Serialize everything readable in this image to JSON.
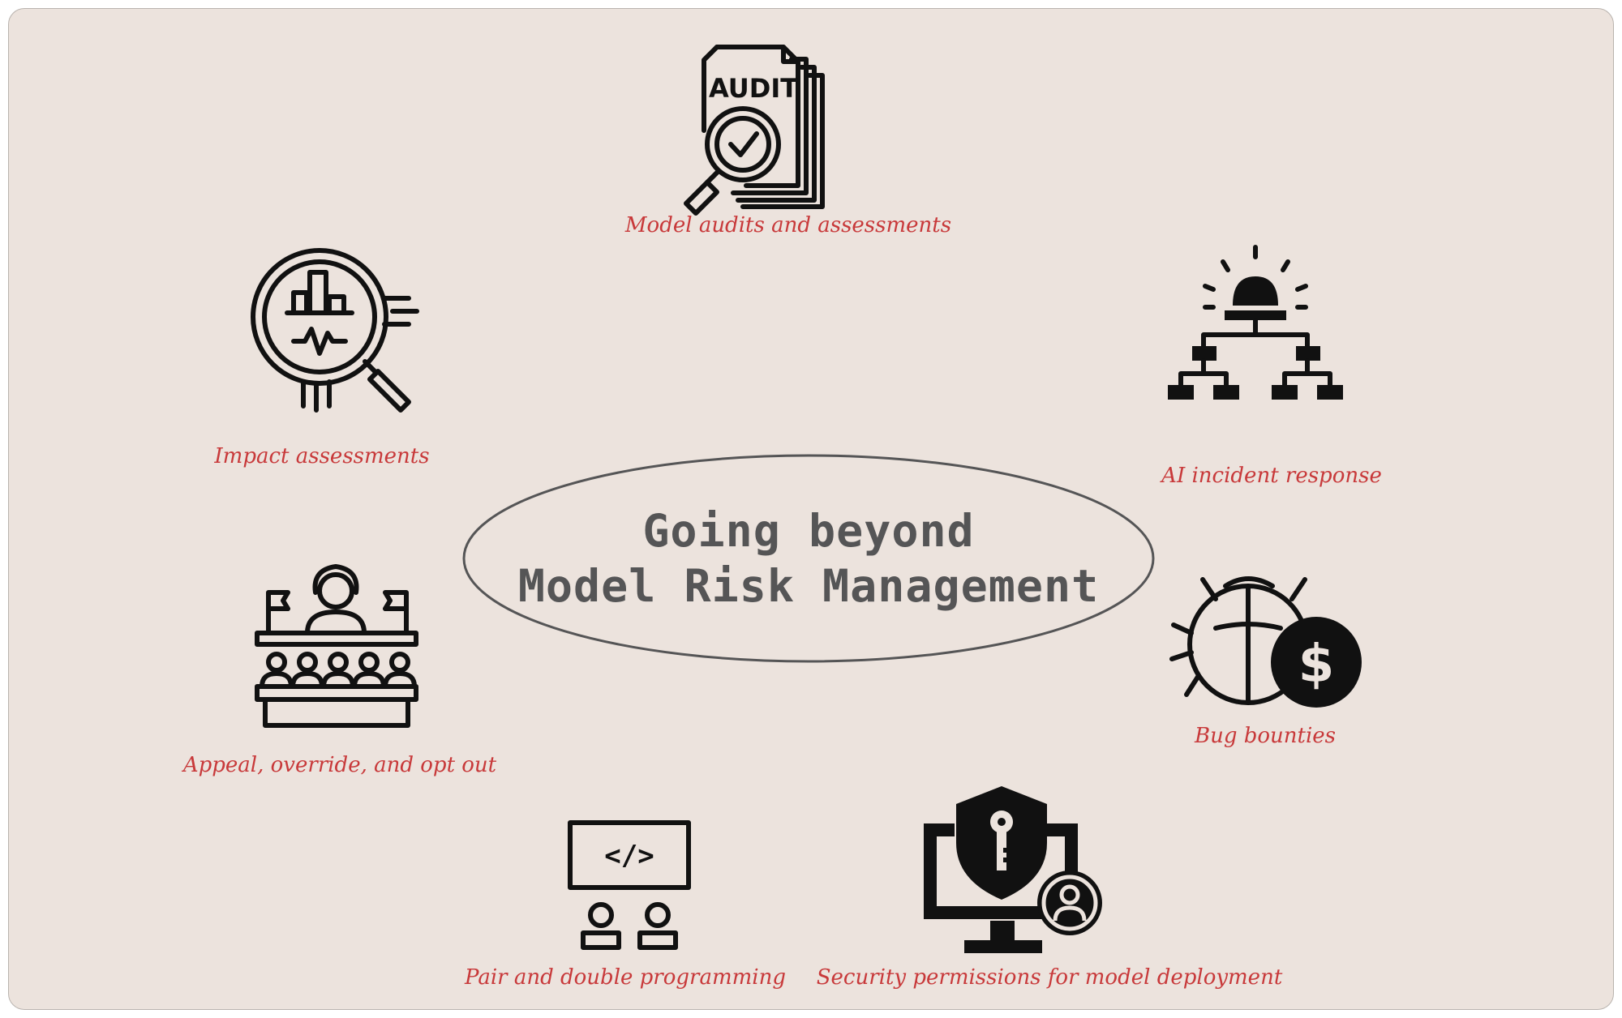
{
  "center": {
    "line1": "Going beyond",
    "line2": "Model Risk Management"
  },
  "nodes": [
    {
      "id": "model-audits",
      "label": "Model audits and assessments",
      "icon": "audit-document-magnifier-icon",
      "icon_text": "AUDIT"
    },
    {
      "id": "impact-assessments",
      "label": "Impact assessments",
      "icon": "magnifier-chart-icon"
    },
    {
      "id": "ai-incident-response",
      "label": "AI incident response",
      "icon": "siren-hierarchy-icon"
    },
    {
      "id": "appeal-override-opt-out",
      "label": "Appeal, override, and opt out",
      "icon": "tribunal-audience-icon"
    },
    {
      "id": "bug-bounties",
      "label": "Bug bounties",
      "icon": "bug-dollar-icon",
      "icon_text": "$"
    },
    {
      "id": "pair-double-programming",
      "label": "Pair and double programming",
      "icon": "code-screen-pair-icon",
      "icon_text": "</>"
    },
    {
      "id": "security-permissions",
      "label": "Security permissions for model deployment",
      "icon": "monitor-shield-key-user-icon"
    }
  ],
  "colors": {
    "background": "#ece3dd",
    "label": "#c8393a",
    "title": "#555556",
    "icon": "#111111",
    "ellipse": "#555556"
  }
}
